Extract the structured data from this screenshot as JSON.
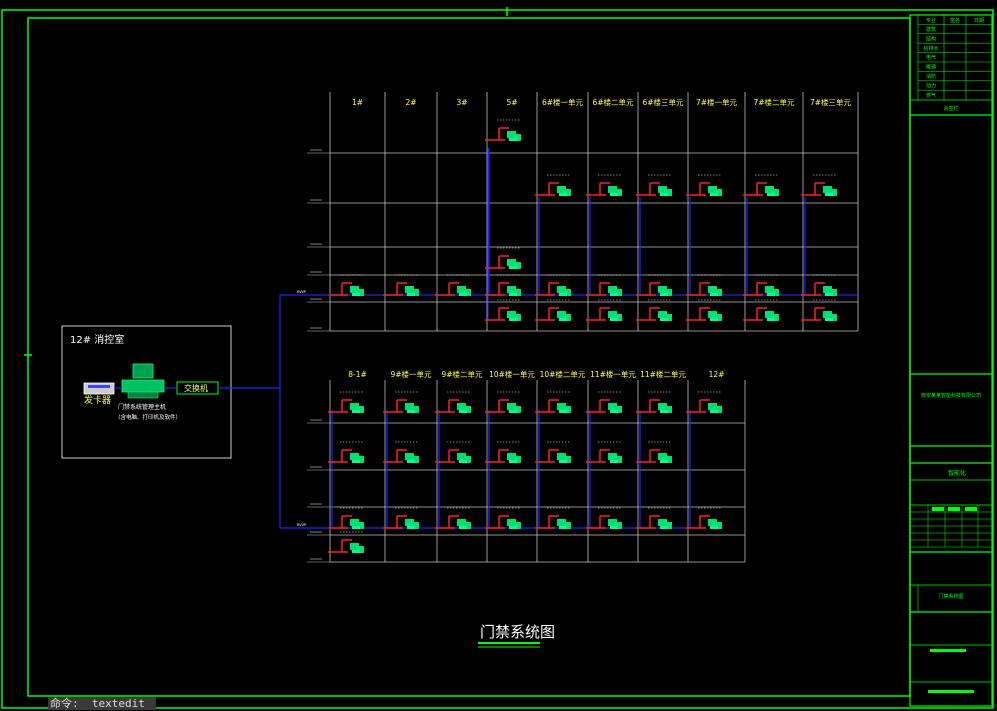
{
  "drawing": {
    "title": "门禁系统图",
    "control_room": {
      "title": "12# 消控室",
      "card_issuer": "发卡器",
      "server_label": "门禁系统管理主机",
      "server_sub": "（含电脑、打印机及软件）",
      "switch_label": "交换机"
    },
    "upper_buildings": [
      "1#",
      "2#",
      "3#",
      "5#",
      "6#楼一单元",
      "6#楼二单元",
      "6#楼三单元",
      "7#楼一单元",
      "7#楼二单元",
      "7#楼三单元"
    ],
    "lower_buildings": [
      "8-1#",
      "9#楼一单元",
      "9#楼二单元",
      "10#楼一单元",
      "10#楼二单元",
      "11#楼一单元",
      "11#楼二单元",
      "12#"
    ]
  },
  "title_block": {
    "header": [
      "专业",
      "签名",
      "日期"
    ],
    "disciplines": [
      "建筑",
      "结构",
      "给排水",
      "电气",
      "暖通",
      "消防",
      "动力",
      "燃气"
    ],
    "sign_label": "会签栏",
    "company": "西安某某智能科技有限公司",
    "project": "智能化",
    "drawing_name": "门禁系统图"
  },
  "command": {
    "prompt": "命令:",
    "text": "textedit"
  },
  "colors": {
    "frame": "#00ff00",
    "grid": "#bfbfbf",
    "bus": "#2222ff",
    "riser": "#ff2020",
    "device": "#00e070",
    "label": "#ffff44",
    "box": "#dddddd"
  }
}
